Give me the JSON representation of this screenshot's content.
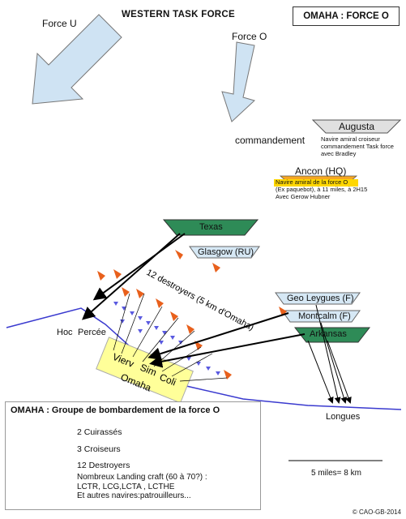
{
  "title": "WESTERN  TASK FORCE",
  "header_box": "OMAHA : FORCE O",
  "forces": {
    "force_u": "Force U",
    "force_o": "Force O"
  },
  "commandement": "commandement",
  "ships": {
    "augusta": "Augusta",
    "augusta_note": [
      "Navire amiral croiseur",
      "commandement Task force",
      "avec Bradley"
    ],
    "ancon": "Ancon (HQ)",
    "ancon_note": [
      "Navire amiral de la force O",
      "(Ex paquebot), à 11 miles, à 2H15",
      "Avec Gerow Hubner"
    ],
    "texas": "Texas",
    "glasgow": "Glasgow (RU)",
    "geo_leygues": "Geo Leygues (F)",
    "montcalm": "Montcalm (F)",
    "arkansas": "Arkansas"
  },
  "destroyers_label": "12 destroyers (5 km d'Omaha)",
  "places": {
    "hoc": "Hoc",
    "percee": "Percée",
    "longues": "Longues",
    "omaha_words": [
      "Vierv",
      "Sim",
      "Coli",
      "Omaha"
    ]
  },
  "legend": {
    "title": "OMAHA : Groupe de bombardement de la force O",
    "cuirasses": "2 Cuirassés",
    "croiseurs": "3 Croiseurs",
    "destroyers": "12 Destroyers",
    "landing": [
      "Nombreux Landing craft (60 à 70?) :",
      "LCTR, LCG,LCTA , LCTHE",
      "Et autres navires:patrouilleurs..."
    ]
  },
  "scale": "5 miles= 8 km",
  "credit": "© CAO-GB-2014",
  "colors": {
    "cuirasse": "#2e8b57",
    "croiseur": "#d6e8f5",
    "destroyer": "#e8601c",
    "ancon_fill": "#f5a623",
    "highlight": "#ffd700",
    "beach": "#ffff99",
    "coast": "#3a3acf",
    "arrow_fill": "#cfe3f3",
    "augusta_fill": "#e0e0e0"
  }
}
